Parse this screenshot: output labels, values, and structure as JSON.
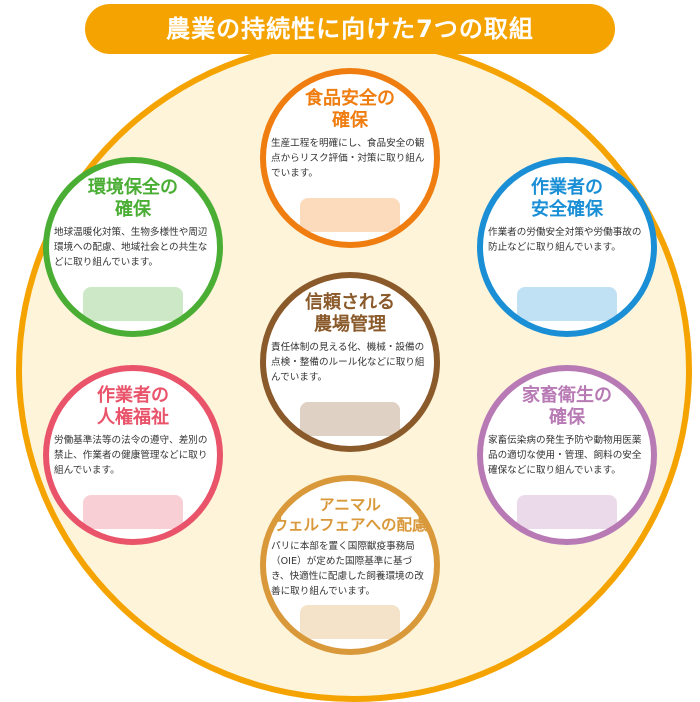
{
  "title": "農業の持続性に向けた7つの取組",
  "colors": {
    "accent": "#f5a300",
    "background": "#fdf4da"
  },
  "items": [
    {
      "key": "food",
      "title1": "食品安全の",
      "title2": "確保",
      "text": "生産工程を明確にし、食品安全の観点からリスク評価・対策に取り組んでいます。",
      "color": "#ef7d10",
      "icon": "cow-grain-icon"
    },
    {
      "key": "env",
      "title1": "環境保全の",
      "title2": "確保",
      "text": "地球温暖化対策、生物多様性や周辺環境への配慮、地域社会との共生などに取り組んでいます。",
      "color": "#4aae34",
      "icon": "field-icon"
    },
    {
      "key": "safety",
      "title1": "作業者の",
      "title2": "安全確保",
      "text": "作業者の労働安全対策や労働事故の防止などに取り組んでいます。",
      "color": "#1b8fd6",
      "icon": "tractor-icon"
    },
    {
      "key": "trust",
      "title1": "信頼される",
      "title2": "農場管理",
      "text": "責任体制の見える化、機械・設備の点検・整備のルール化などに取り組んでいます。",
      "color": "#8b5a2b",
      "icon": "management-icon"
    },
    {
      "key": "rights",
      "title1": "作業者の",
      "title2": "人権福祉",
      "text": "労働基準法等の法令の遵守、差別の禁止、作業者の健康管理などに取り組んでいます。",
      "color": "#e9546b",
      "icon": "worker-clock-icon"
    },
    {
      "key": "health",
      "title1": "家畜衛生の",
      "title2": "確保",
      "text": "家畜伝染病の発生予防や動物用医薬品の適切な使用・管理、飼料の安全確保などに取り組んでいます。",
      "color": "#b87ab5",
      "icon": "pig-icon"
    },
    {
      "key": "welfare",
      "title1": "アニマル",
      "title2": "ウェルフェアへの配慮",
      "text": "パリに本部を置く国際獣疫事務局（OIE）が定めた国際基準に基づき、快適性に配慮した飼養環境の改善に取り組んでいます。",
      "color": "#d9993a",
      "icon": "chicken-icon"
    }
  ]
}
